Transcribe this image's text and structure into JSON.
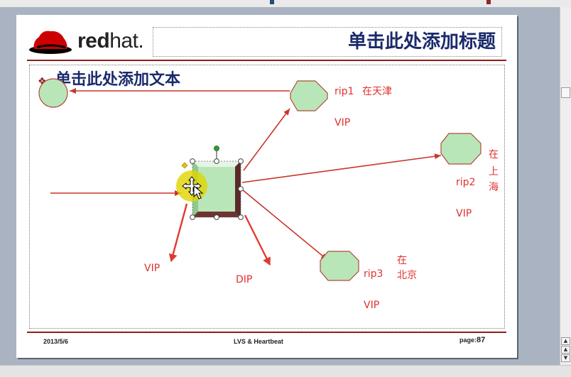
{
  "slide": {
    "logo_text_bold": "red",
    "logo_text_light": "hat",
    "logo_text_suffix": ".",
    "title": "单击此处添加标题",
    "subtitle": "单击此处添加文本",
    "footer_date": "2013/5/6",
    "footer_center": "LVS & Heartbeat",
    "footer_page_label": "page:",
    "footer_page_number": "87"
  },
  "diagram": {
    "rip1": "rip1",
    "rip1_location": "在天津",
    "rip1_vip": "VIP",
    "rip2": "rip2",
    "rip2_location_chars": [
      "在",
      "上",
      "海"
    ],
    "rip2_vip": "VIP",
    "rip3": "rip3",
    "rip3_location_top": "在",
    "rip3_location_bottom": "北京",
    "rip3_vip": "VIP",
    "director_vip": "VIP",
    "director_dip": "DIP"
  },
  "colors": {
    "arrow": "#c8352a",
    "node_fill": "#b9e6b9",
    "node_stroke": "#b24a3a",
    "title_text": "#1a2a6b",
    "label_text": "#e03030",
    "rule": "#8e1e1e",
    "workspace": "#aab3c2"
  },
  "icons": {
    "logo": "redhat-fedora-logo",
    "cursor": "move-cursor-icon",
    "bullet": "diamond-bullet-icon"
  }
}
